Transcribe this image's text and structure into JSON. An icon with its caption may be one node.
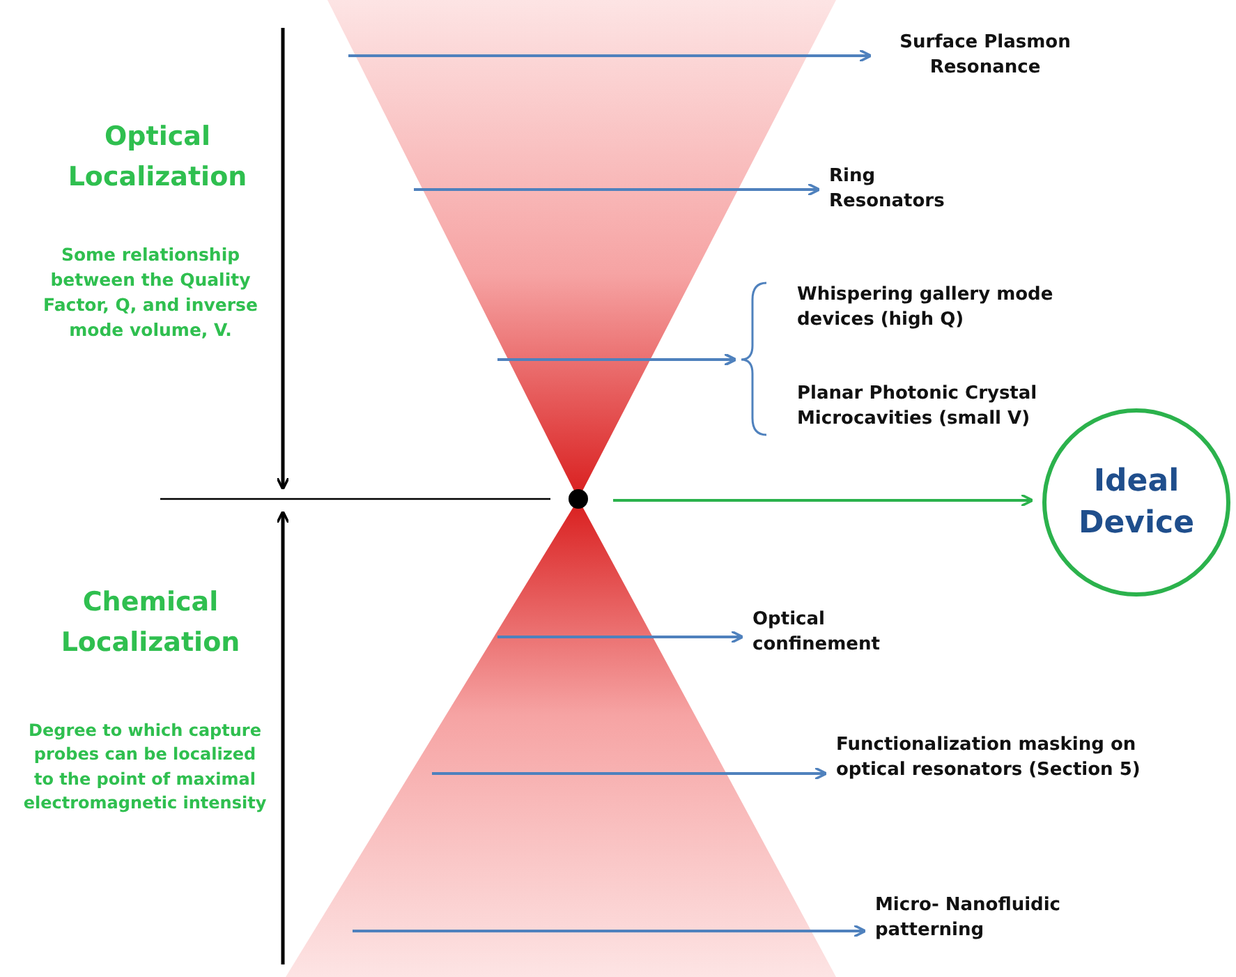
{
  "diagram": {
    "nodes": [
      {
        "text": [
          "Surface Plasmon Resonance"
        ]
      },
      {
        "text": [
          "Ring Resonators"
        ]
      },
      {
        "text": [
          "Whispering gallery mode devices (high Q)"
        ]
      },
      {
        "text": [
          "Planar Photonic Crystal Microcavities (small V)"
        ]
      },
      {
        "text": [],
        "shape": "circle"
      },
      {
        "text": [
          "Ideal Device"
        ]
      },
      {
        "text": [
          "Optical confinement"
        ]
      },
      {
        "text": [
          "Functionalization masking on optical resonators (Section 5)"
        ]
      },
      {
        "text": [
          "Micro- Nanofluidic patterning"
        ]
      }
    ],
    "edges": [
      {
        "from": null,
        "to": 0,
        "arrow": "to"
      },
      {
        "from": null,
        "to": 1,
        "arrow": "to"
      },
      {
        "from": null,
        "to": 2,
        "arrow": "to"
      },
      {
        "from": null,
        "to": 3,
        "arrow": "to"
      },
      {
        "from": 4,
        "to": 5,
        "arrow": "to",
        "color": "#2bb24c"
      },
      {
        "from": null,
        "to": 6,
        "arrow": "to"
      },
      {
        "from": null,
        "to": 7,
        "arrow": "to"
      },
      {
        "from": null,
        "to": 8,
        "arrow": "to"
      }
    ],
    "labels": [
      "Optical Localization",
      "Some relationship between the Quality Factor, Q, and inverse mode volume, V.",
      "Chemical Localization",
      "Degree to which capture probes can be localized to the point of maximal electromagnetic intensity"
    ]
  }
}
